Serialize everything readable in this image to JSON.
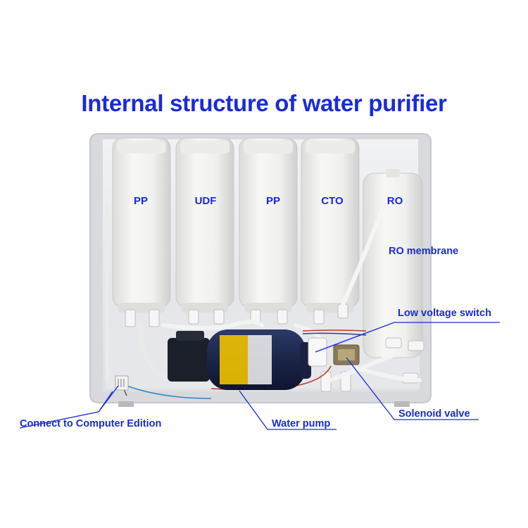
{
  "title": "Internal structure of water purifier",
  "colors": {
    "label_blue": "#1a2bd6",
    "title_blue": "#1a2bd6",
    "housing": "#e9eaec",
    "cartridge": "#f4f4f2",
    "pump_body": "#1d2a52",
    "leader_line": "#1a2bd6"
  },
  "filters": [
    {
      "label": "PP"
    },
    {
      "label": "UDF"
    },
    {
      "label": "PP"
    },
    {
      "label": "CTO"
    },
    {
      "label": "RO"
    }
  ],
  "callouts": {
    "ro_membrane": "RO membrane",
    "low_voltage_switch": "Low voltage switch",
    "connect": "Connect to Computer Edition",
    "water_pump": "Water pump",
    "solenoid_valve": "Solenoid valve"
  }
}
